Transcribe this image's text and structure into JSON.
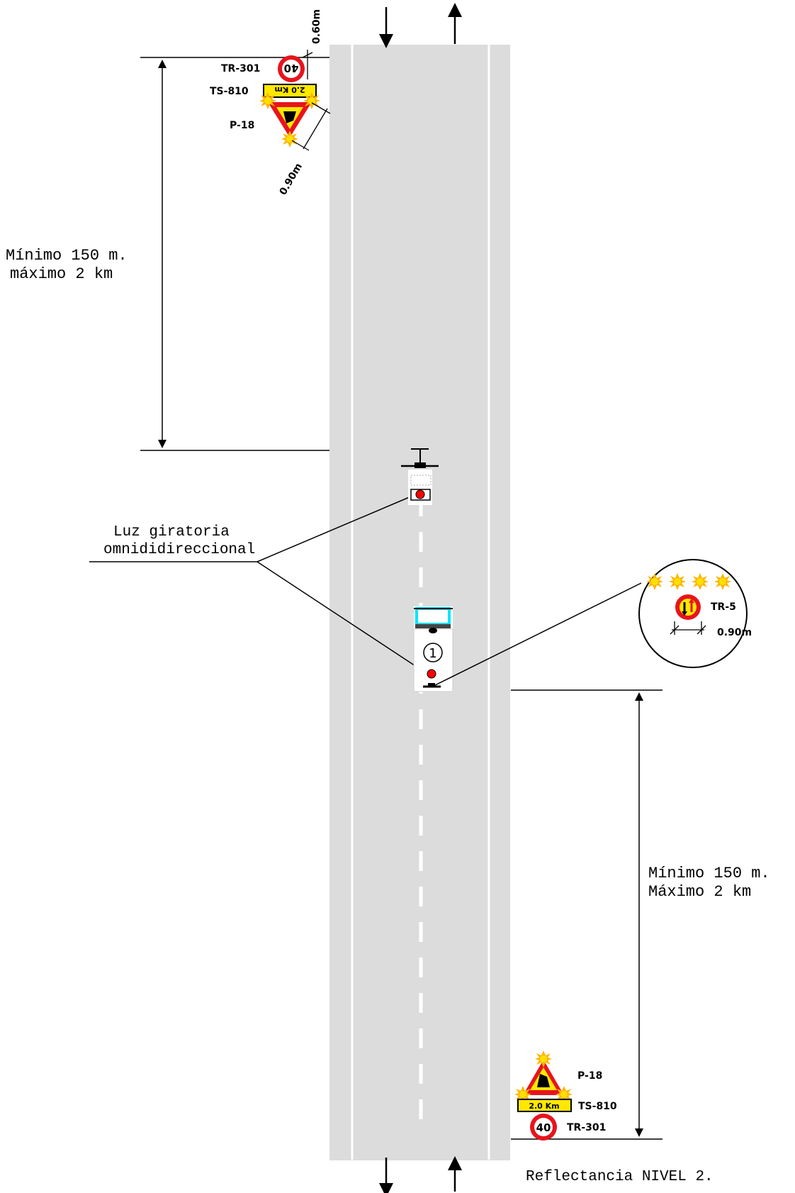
{
  "colors": {
    "road": "#dcdcdc",
    "line": "#ffffff",
    "sign_red": "#e8141c",
    "sign_yellow": "#ffe800",
    "flash": "#ffb400",
    "beacon": "#ff0000",
    "cab": "#00e5ff"
  },
  "top": {
    "dim_vertical": "0.60m",
    "tr301_label": "TR-301",
    "tr301_value": "40",
    "ts810_label": "TS-810",
    "ts810_value": "2.0  Km",
    "p18_label": "P-18",
    "dim_diagonal": "0.90m",
    "distance_line1": "Mínimo 150 m.",
    "distance_line2": "máximo 2 km"
  },
  "bottom": {
    "p18_label": "P-18",
    "ts810_label": "TS-810",
    "ts810_value": "2.0  Km",
    "tr301_label": "TR-301",
    "tr301_value": "40",
    "distance_line1": "Mínimo 150 m.",
    "distance_line2": "Máximo 2 km",
    "reflectance": "Reflectancia NIVEL 2."
  },
  "callout": {
    "line1": "Luz giratoria",
    "line2": "omnididireccional"
  },
  "detail": {
    "tr5_label": "TR-5",
    "dim": "0.90m"
  },
  "vehicle": {
    "number": "1"
  },
  "icons": [
    "arrow-down-icon",
    "arrow-up-icon",
    "speed-limit-sign-icon",
    "roadworks-triangle-icon",
    "flash-light-icon",
    "priority-sign-icon",
    "beacon-light-icon"
  ]
}
